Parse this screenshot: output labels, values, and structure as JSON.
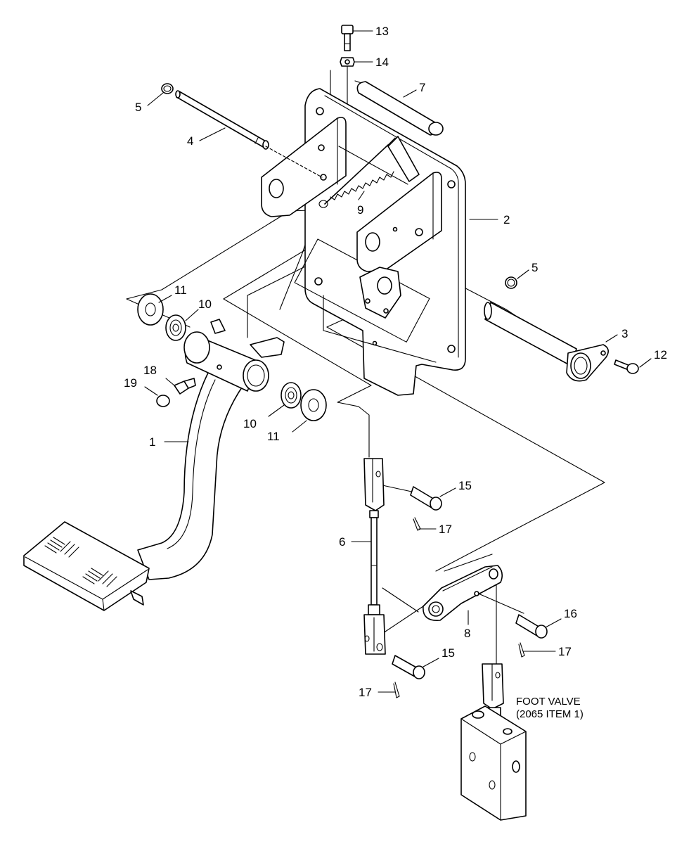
{
  "callouts": [
    {
      "id": "c1",
      "text": "1"
    },
    {
      "id": "c2",
      "text": "2"
    },
    {
      "id": "c3",
      "text": "3"
    },
    {
      "id": "c4",
      "text": "4"
    },
    {
      "id": "c5a",
      "text": "5"
    },
    {
      "id": "c5b",
      "text": "5"
    },
    {
      "id": "c6",
      "text": "6"
    },
    {
      "id": "c7",
      "text": "7"
    },
    {
      "id": "c8",
      "text": "8"
    },
    {
      "id": "c9",
      "text": "9"
    },
    {
      "id": "c10a",
      "text": "10"
    },
    {
      "id": "c10b",
      "text": "10"
    },
    {
      "id": "c11a",
      "text": "11"
    },
    {
      "id": "c11b",
      "text": "11"
    },
    {
      "id": "c12",
      "text": "12"
    },
    {
      "id": "c13",
      "text": "13"
    },
    {
      "id": "c14",
      "text": "14"
    },
    {
      "id": "c15a",
      "text": "15"
    },
    {
      "id": "c15b",
      "text": "15"
    },
    {
      "id": "c16",
      "text": "16"
    },
    {
      "id": "c17a",
      "text": "17"
    },
    {
      "id": "c17b",
      "text": "17"
    },
    {
      "id": "c17c",
      "text": "17"
    },
    {
      "id": "c18",
      "text": "18"
    },
    {
      "id": "c19",
      "text": "19"
    }
  ],
  "foot_valve_note": {
    "line1": "FOOT VALVE",
    "line2": "(2065 ITEM 1)"
  }
}
